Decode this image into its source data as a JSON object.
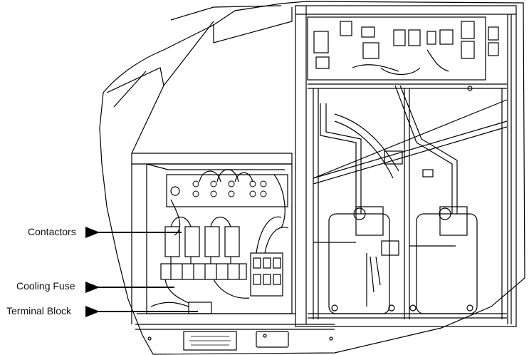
{
  "callouts": {
    "contactors": "Contactors",
    "cooling_fuse": "Cooling Fuse",
    "terminal_block": "Terminal Block"
  }
}
